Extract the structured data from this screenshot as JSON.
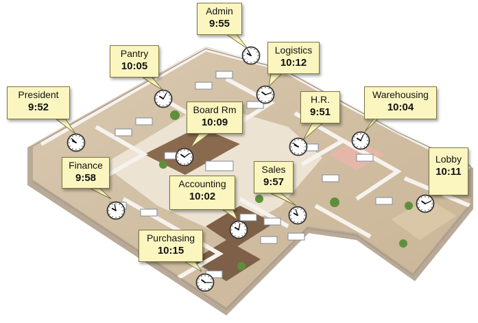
{
  "rooms": [
    {
      "key": "admin",
      "name": "Admin",
      "time": "9:55"
    },
    {
      "key": "logistics",
      "name": "Logistics",
      "time": "10:12"
    },
    {
      "key": "pantry",
      "name": "Pantry",
      "time": "10:05"
    },
    {
      "key": "president",
      "name": "President",
      "time": "9:52"
    },
    {
      "key": "hr",
      "name": "H.R.",
      "time": "9:51"
    },
    {
      "key": "warehousing",
      "name": "Warehousing",
      "time": "10:04"
    },
    {
      "key": "boardrm",
      "name": "Board Rm",
      "time": "10:09"
    },
    {
      "key": "finance",
      "name": "Finance",
      "time": "9:58"
    },
    {
      "key": "lobby",
      "name": "Lobby",
      "time": "10:11"
    },
    {
      "key": "sales",
      "name": "Sales",
      "time": "9:57"
    },
    {
      "key": "accounting",
      "name": "Accounting",
      "time": "10:02"
    },
    {
      "key": "purchasing",
      "name": "Purchasing",
      "time": "10:15"
    }
  ],
  "colors": {
    "callout_fill": "#fbf6c0",
    "floor": "#e9dcc7",
    "wall": "#f4f1ec",
    "carpet": "#8a6a4e"
  }
}
